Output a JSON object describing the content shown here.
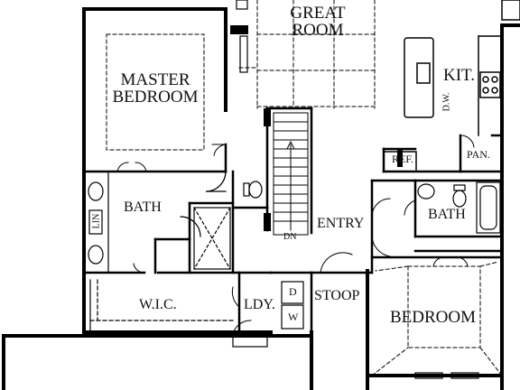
{
  "rooms": {
    "great_room": {
      "line1": "GREAT",
      "line2": "ROOM"
    },
    "master_bedroom": {
      "line1": "MASTER",
      "line2": "BEDROOM"
    },
    "kitchen": "KIT.",
    "dishwasher": "D.W.",
    "refrigerator": "REF.",
    "pantry": "PAN.",
    "master_bath": "BATH",
    "linen": "LIN",
    "down": "DN",
    "entry": "ENTRY",
    "bath2": "BATH",
    "walk_in_closet": "W.I.C.",
    "laundry": "LDY.",
    "dryer": "D",
    "washer": "W",
    "stoop": "STOOP",
    "bedroom": "BEDROOM"
  }
}
